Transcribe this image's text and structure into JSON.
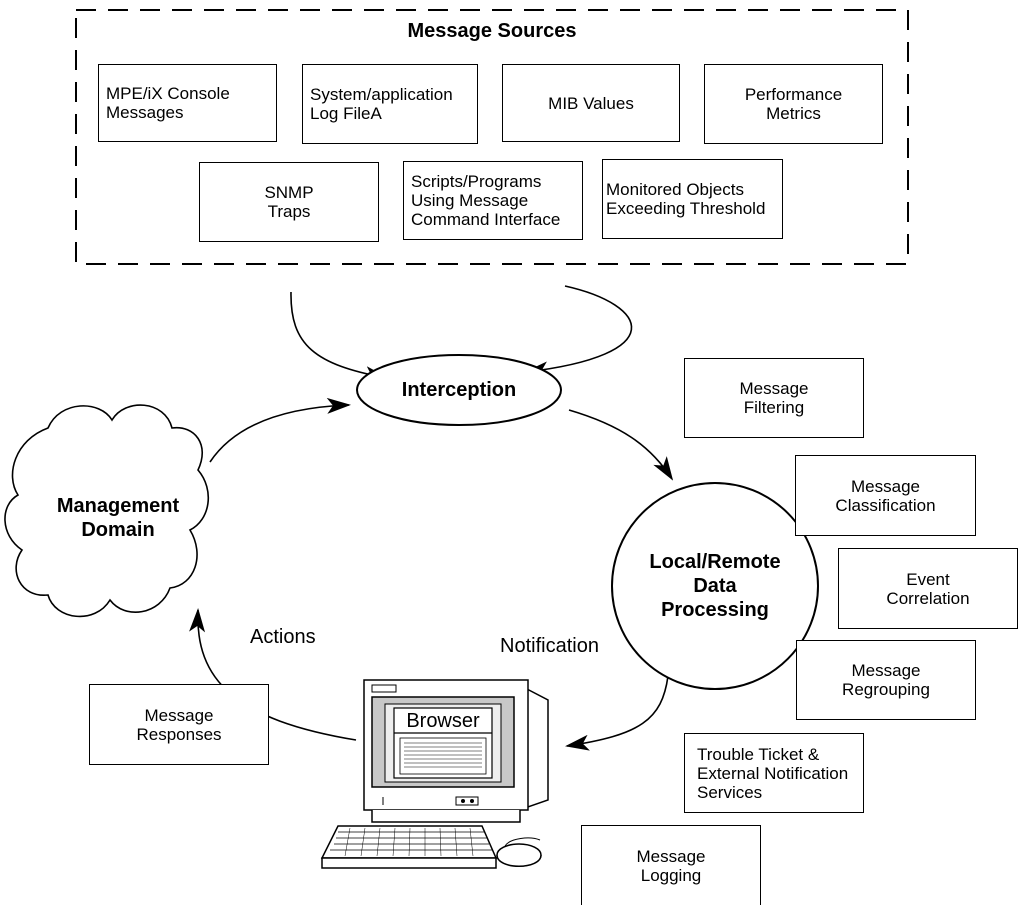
{
  "sources": {
    "title": "Message Sources",
    "boxes": [
      {
        "id": "mpe",
        "label": "MPE/iX Console\nMessages"
      },
      {
        "id": "syslog",
        "label": "System/application\nLog FileA"
      },
      {
        "id": "mib",
        "label": "MIB Values"
      },
      {
        "id": "perf",
        "label": "Performance\nMetrics"
      },
      {
        "id": "snmp",
        "label": "SNMP\nTraps"
      },
      {
        "id": "scripts",
        "label": "Scripts/Programs\nUsing Message\nCommand Interface"
      },
      {
        "id": "monitored",
        "label": "Monitored Objects\nExceeding Threshold"
      }
    ]
  },
  "nodes": {
    "interception": "Interception",
    "processing": "Local/Remote\nData\nProcessing",
    "domain": "Management\nDomain",
    "browser": "Browser"
  },
  "labels": {
    "actions": "Actions",
    "notification": "Notification"
  },
  "processing_steps": [
    {
      "id": "filtering",
      "label": "Message\nFiltering"
    },
    {
      "id": "classification",
      "label": "Message\nClassification"
    },
    {
      "id": "correlation",
      "label": "Event\nCorrelation"
    },
    {
      "id": "regrouping",
      "label": "Message\nRegrouping"
    },
    {
      "id": "trouble",
      "label": "Trouble Ticket &\nExternal Notification\nServices"
    },
    {
      "id": "logging",
      "label": "Message\nLogging"
    }
  ],
  "responses": {
    "label": "Message\nResponses"
  }
}
